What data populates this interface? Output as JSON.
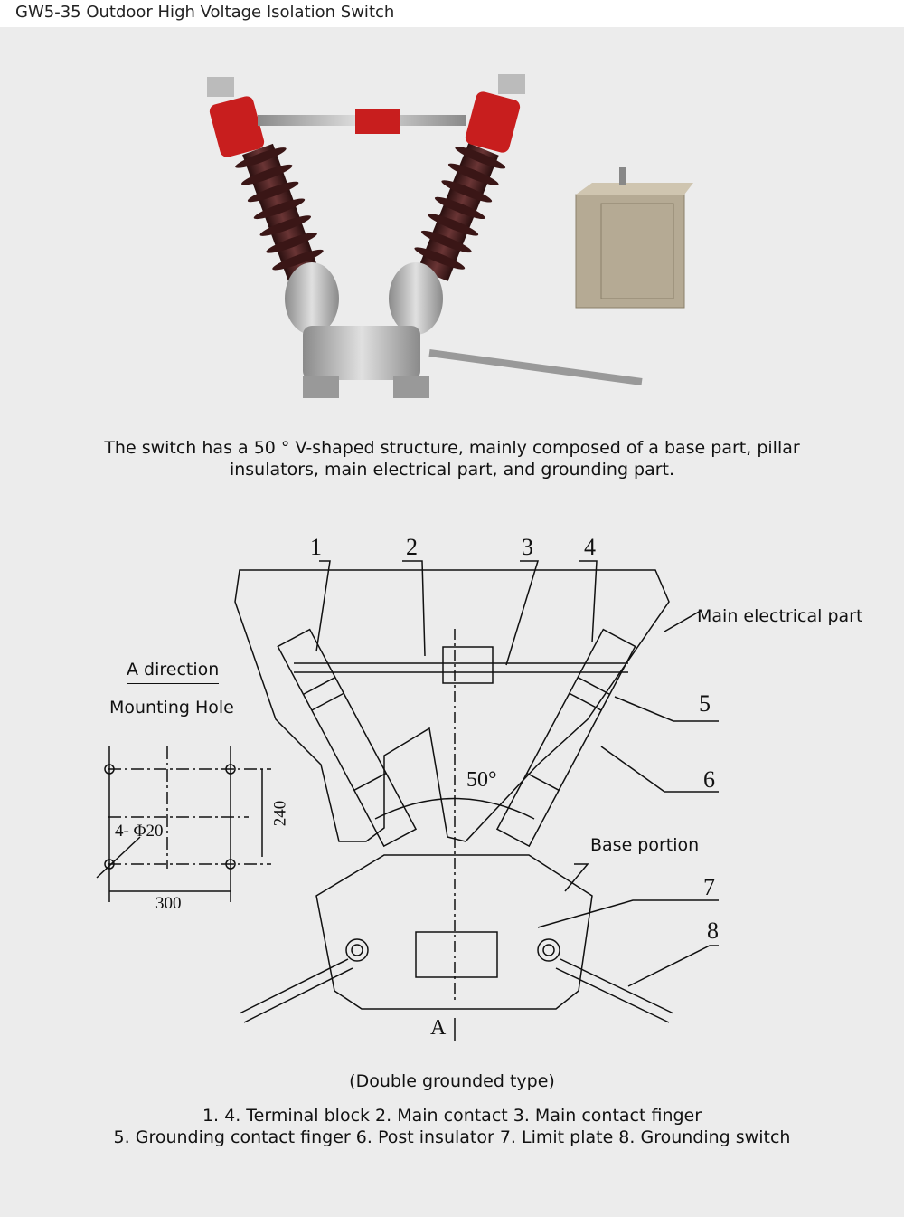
{
  "header": {
    "title": "GW5-35 Outdoor High Voltage Isolation Switch"
  },
  "caption": {
    "line1": "The switch has a 50 ° V-shaped structure, mainly composed of a base part, pillar",
    "line2": "insulators, main electrical part, and grounding part."
  },
  "diagram": {
    "numbers": [
      "1",
      "2",
      "3",
      "4",
      "5",
      "6",
      "7",
      "8"
    ],
    "main_electrical_part": "Main electrical part",
    "base_portion": "Base portion",
    "angle": "50°",
    "a_direction": "A direction",
    "mounting_hole": "Mounting Hole",
    "hole_spec": "4- Φ20",
    "dim_300": "300",
    "dim_240": "240",
    "view_a": "A"
  },
  "legend": {
    "type": "(Double grounded type)",
    "line1": "1. 4. Terminal block 2. Main contact 3. Main contact finger",
    "line2": "5. Grounding contact finger 6. Post insulator 7. Limit plate 8. Grounding switch"
  },
  "colors": {
    "insulator": "#4a2020",
    "head": "#c81e1e",
    "metal": "#b8b8b8",
    "box": "#b5aa94"
  }
}
